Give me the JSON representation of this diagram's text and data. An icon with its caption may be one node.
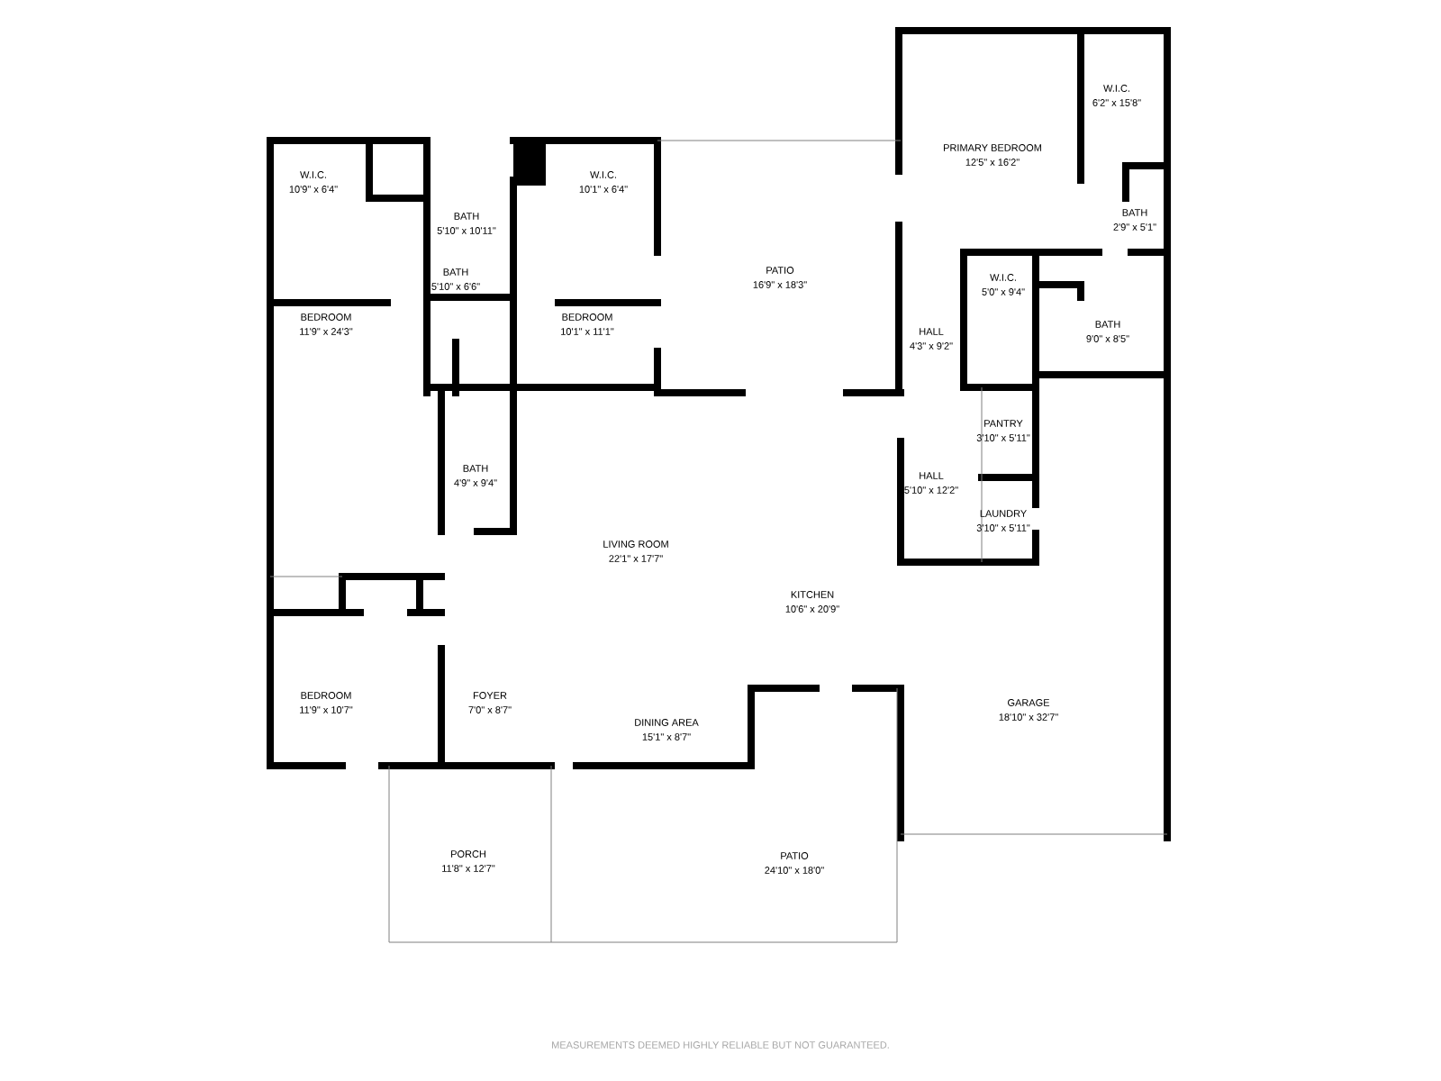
{
  "diagram": {
    "labels": [
      "W.I.C.",
      "10'9\" x 6'4\"",
      "BATH",
      "5'10\" x 10'11\"",
      "W.I.C.",
      "10'1\" x 6'4\"",
      "PRIMARY BEDROOM",
      "12'5\" x 16'2\"",
      "W.I.C.",
      "6'2\" x 15'8\"",
      "PATIO",
      "16'9\" x 18'3\"",
      "BATH",
      "2'9\" x 5'1\"",
      "BEDROOM",
      "11'9\" x 24'3\"",
      "BATH",
      "5'10\" x 6'6\"",
      "BEDROOM",
      "10'1\" x 11'1\"",
      "HALL",
      "4'3\" x 9'2\"",
      "W.I.C.",
      "5'0\" x 9'4\"",
      "BATH",
      "9'0\" x 8'5\"",
      "PANTRY",
      "3'10\" x 5'11\"",
      "BATH",
      "4'9\" x 9'4\"",
      "HALL",
      "5'10\" x 12'2\"",
      "LAUNDRY",
      "3'10\" x 5'11\"",
      "LIVING ROOM",
      "22'1\" x 17'7\"",
      "KITCHEN",
      "10'6\" x 20'9\"",
      "GARAGE",
      "18'10\" x 32'7\"",
      "BEDROOM",
      "11'9\" x 10'7\"",
      "FOYER",
      "7'0\" x 8'7\"",
      "DINING AREA",
      "15'1\" x 8'7\"",
      "PORCH",
      "11'8\" x 12'7\"",
      "PATIO",
      "24'10\" x 18'0\"",
      "MEASUREMENTS DEEMED HIGHLY RELIABLE BUT NOT GUARANTEED."
    ]
  }
}
